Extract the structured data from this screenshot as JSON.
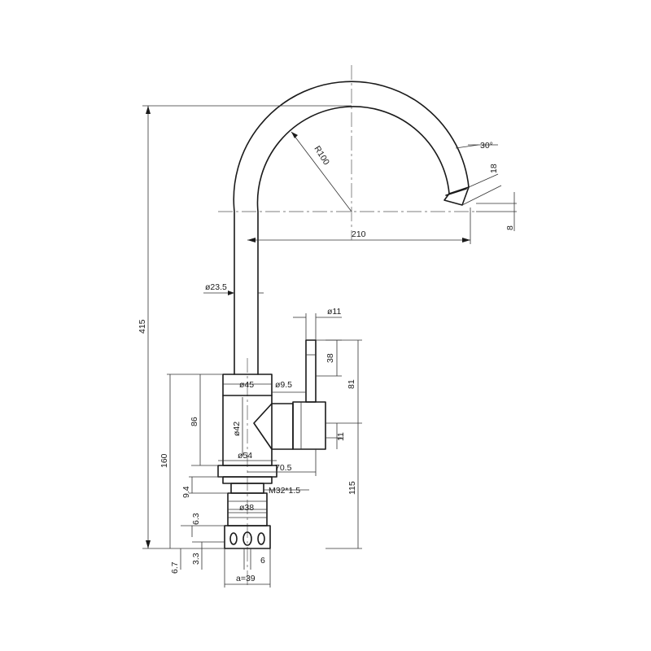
{
  "dimensions": {
    "total_height": "415",
    "reach": "210",
    "radius": "R100",
    "spout_angle": "30°",
    "spout_tip": "18",
    "outlet_offset": "8",
    "spout_diameter": "ø23.5",
    "lever_diameter": "ø11",
    "lever_length": "38",
    "lever_height": "81",
    "body_diameter": "ø45",
    "lever_pin": "ø9.5",
    "body_height": "86",
    "cartridge_diameter": "ø42",
    "lever_side": "11",
    "base_diameter": "ø54",
    "base_to_lever": "70.5",
    "total_body": "160",
    "lever_base_height": "115",
    "thread": "M32*1.5",
    "flange": "9.4",
    "shank_diameter": "ø38",
    "shank_step": "6.3",
    "nut_step": "3.3",
    "nut_height": "6.7",
    "hole_size": "6",
    "across_flats": "a=39"
  }
}
